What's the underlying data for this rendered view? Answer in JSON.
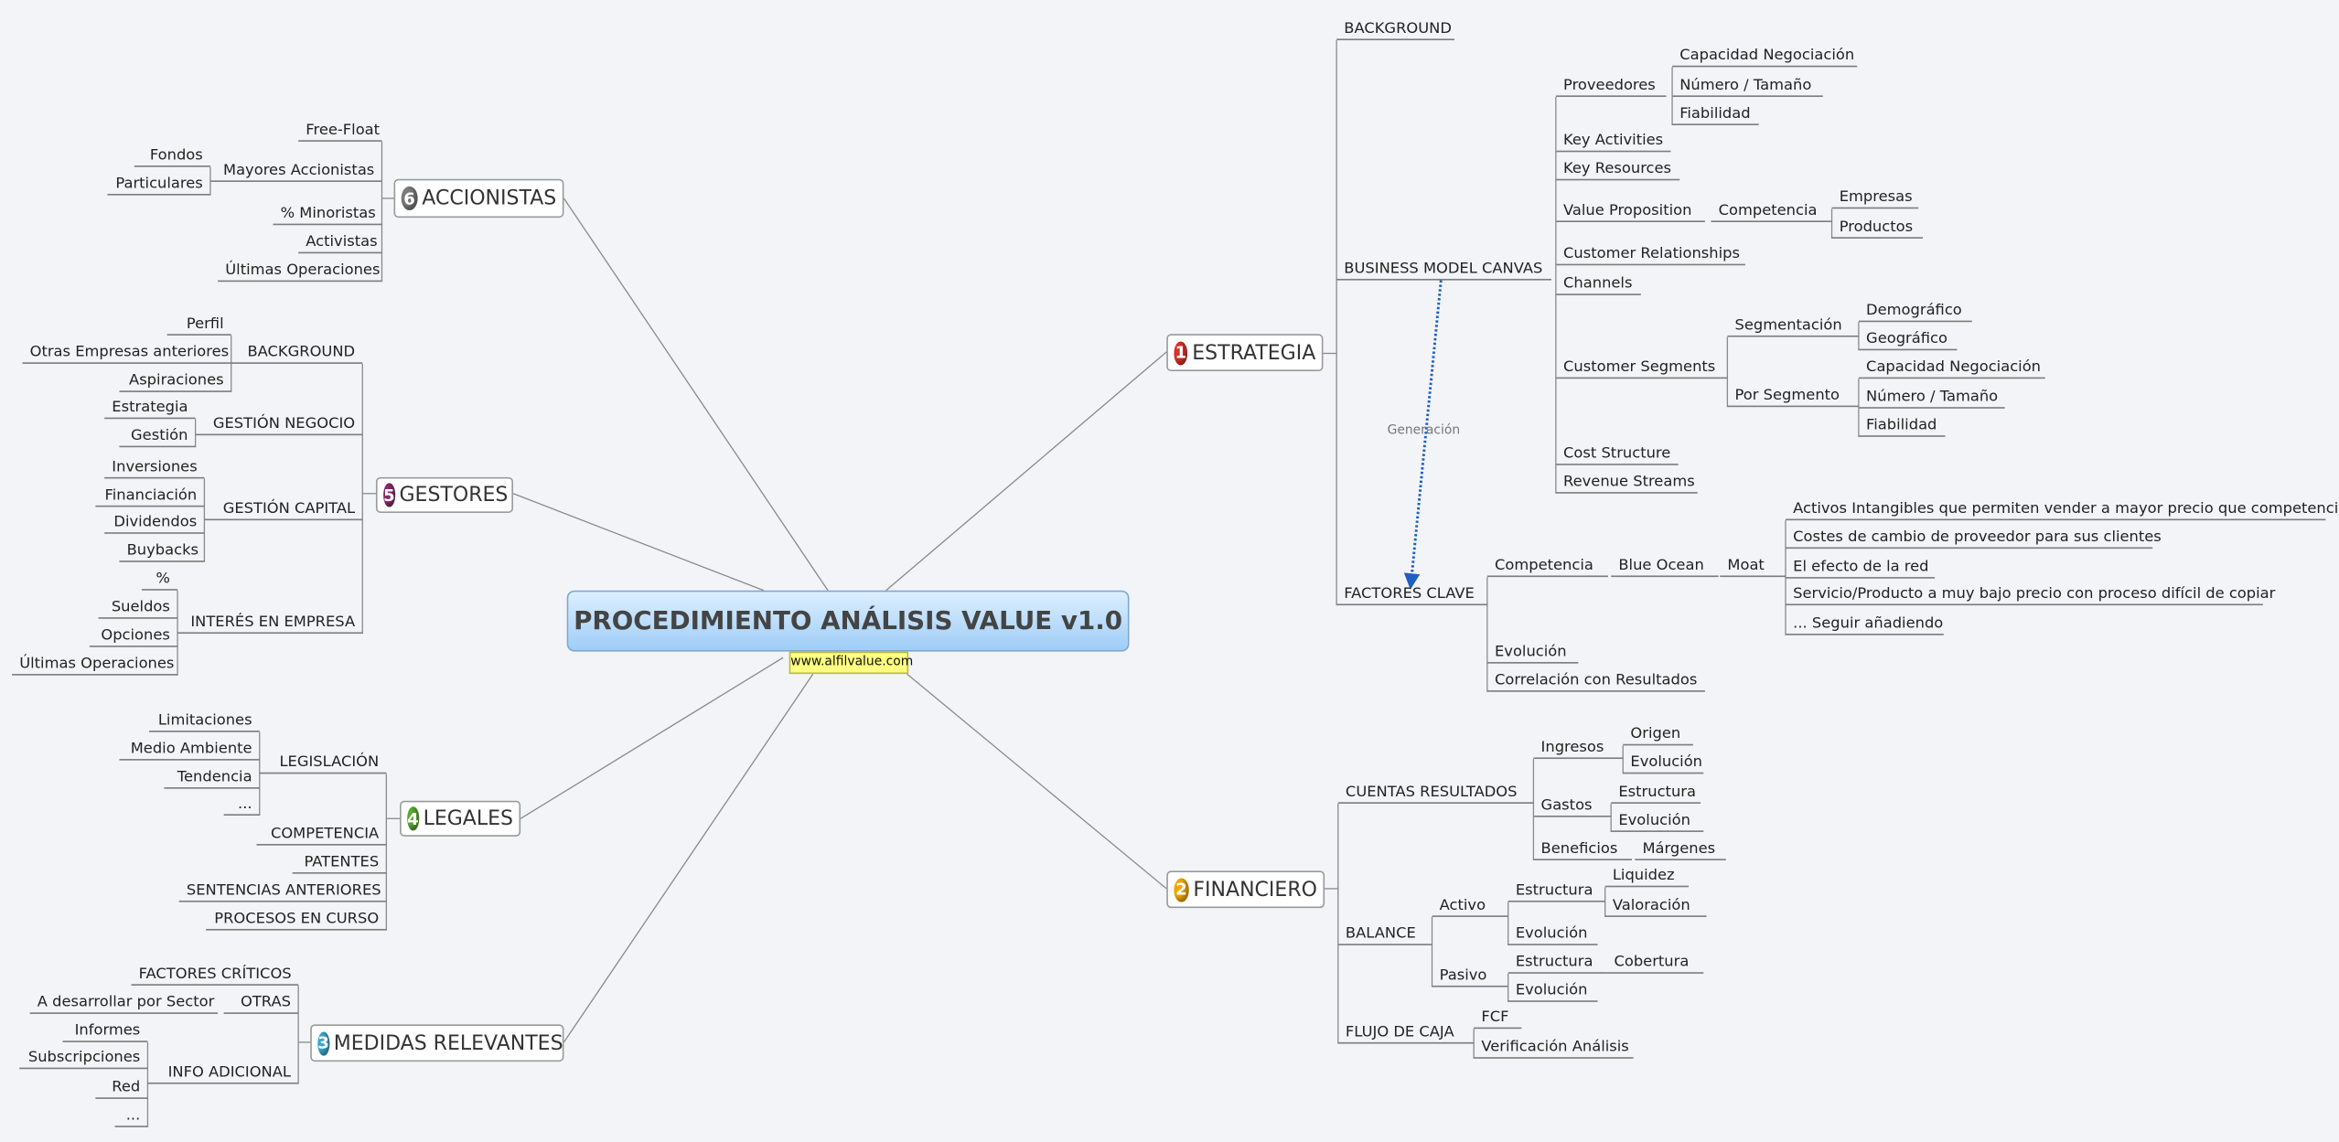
{
  "central": {
    "title": "PROCEDIMIENTO ANÁLISIS VALUE v1.0",
    "website": "www.alfilvalue.com",
    "color": "#9fcdf7"
  },
  "relationship": {
    "label": "Generación",
    "color": "#1f5fbf",
    "style": "dotted-arrow"
  },
  "branches": [
    {
      "label": "ESTRATEGIA",
      "number": "1",
      "color": "#d8322a",
      "children": [
        {
          "label": "BACKGROUND"
        },
        {
          "label": "BUSINESS MODEL CANVAS",
          "children": [
            {
              "label": "Proveedores",
              "children": [
                {
                  "label": "Capacidad Negociación"
                },
                {
                  "label": "Número / Tamaño"
                },
                {
                  "label": "Fiabilidad"
                }
              ]
            },
            {
              "label": "Key Activities"
            },
            {
              "label": "Key Resources"
            },
            {
              "label": "Value Proposition",
              "children": [
                {
                  "label": "Competencia",
                  "children": [
                    {
                      "label": "Empresas"
                    },
                    {
                      "label": "Productos"
                    }
                  ]
                }
              ]
            },
            {
              "label": "Customer Relationships"
            },
            {
              "label": "Channels"
            },
            {
              "label": "Customer Segments",
              "children": [
                {
                  "label": "Segmentación",
                  "children": [
                    {
                      "label": "Demográfico"
                    },
                    {
                      "label": "Geográfico"
                    }
                  ]
                },
                {
                  "label": "Por Segmento",
                  "children": [
                    {
                      "label": "Capacidad Negociación"
                    },
                    {
                      "label": "Número / Tamaño"
                    },
                    {
                      "label": "Fiabilidad"
                    }
                  ]
                }
              ]
            },
            {
              "label": "Cost Structure"
            },
            {
              "label": "Revenue Streams"
            }
          ]
        },
        {
          "label": "FACTORES CLAVE",
          "children": [
            {
              "label": "Competencia",
              "children": [
                {
                  "label": "Blue Ocean",
                  "children": [
                    {
                      "label": "Moat",
                      "children": [
                        {
                          "label": "Activos Intangibles que permiten vender a mayor precio que competencia"
                        },
                        {
                          "label": "Costes de cambio de proveedor para sus clientes"
                        },
                        {
                          "label": "El efecto de la red"
                        },
                        {
                          "label": "Servicio/Producto a muy bajo precio con proceso difícil de copiar"
                        },
                        {
                          "label": "... Seguir añadiendo"
                        }
                      ]
                    }
                  ]
                }
              ]
            },
            {
              "label": "Evolución"
            },
            {
              "label": "Correlación con Resultados"
            }
          ]
        }
      ]
    },
    {
      "label": "FINANCIERO",
      "number": "2",
      "color": "#f0a800",
      "children": [
        {
          "label": "CUENTAS RESULTADOS",
          "children": [
            {
              "label": "Ingresos",
              "children": [
                {
                  "label": "Origen"
                },
                {
                  "label": "Evolución"
                }
              ]
            },
            {
              "label": "Gastos",
              "children": [
                {
                  "label": "Estructura"
                },
                {
                  "label": "Evolución"
                }
              ]
            },
            {
              "label": "Beneficios",
              "children": [
                {
                  "label": "Márgenes"
                }
              ]
            }
          ]
        },
        {
          "label": "BALANCE",
          "children": [
            {
              "label": "Activo",
              "children": [
                {
                  "label": "Estructura",
                  "children": [
                    {
                      "label": "Liquidez"
                    },
                    {
                      "label": "Valoración"
                    }
                  ]
                },
                {
                  "label": "Evolución"
                }
              ]
            },
            {
              "label": "Pasivo",
              "children": [
                {
                  "label": "Estructura",
                  "children": [
                    {
                      "label": "Cobertura"
                    }
                  ]
                },
                {
                  "label": "Evolución"
                }
              ]
            }
          ]
        },
        {
          "label": "FLUJO DE CAJA",
          "children": [
            {
              "label": "FCF"
            },
            {
              "label": "Verificación Análisis"
            }
          ]
        }
      ]
    },
    {
      "label": "MEDIDAS RELEVANTES",
      "number": "3",
      "color": "#3aa6d0",
      "children": [
        {
          "label": "FACTORES CRÍTICOS"
        },
        {
          "label": "OTRAS",
          "children": [
            {
              "label": "A desarrollar por Sector"
            }
          ]
        },
        {
          "label": "INFO ADICIONAL",
          "children": [
            {
              "label": "Informes"
            },
            {
              "label": "Subscripciones"
            },
            {
              "label": "Red"
            },
            {
              "label": "..."
            }
          ]
        }
      ]
    },
    {
      "label": "LEGALES",
      "number": "4",
      "color": "#5aa832",
      "children": [
        {
          "label": "LEGISLACIÓN",
          "children": [
            {
              "label": "Limitaciones"
            },
            {
              "label": "Medio Ambiente"
            },
            {
              "label": "Tendencia"
            },
            {
              "label": "..."
            }
          ]
        },
        {
          "label": "COMPETENCIA"
        },
        {
          "label": "PATENTES"
        },
        {
          "label": "SENTENCIAS ANTERIORES"
        },
        {
          "label": "PROCESOS EN CURSO"
        }
      ]
    },
    {
      "label": "GESTORES",
      "number": "5",
      "color": "#8a2a6e",
      "children": [
        {
          "label": "BACKGROUND",
          "children": [
            {
              "label": "Perfil"
            },
            {
              "label": "Otras Empresas anteriores"
            },
            {
              "label": "Aspiraciones"
            }
          ]
        },
        {
          "label": "GESTIÓN NEGOCIO",
          "children": [
            {
              "label": "Estrategia"
            },
            {
              "label": "Gestión"
            }
          ]
        },
        {
          "label": "GESTIÓN CAPITAL",
          "children": [
            {
              "label": "Inversiones"
            },
            {
              "label": "Financiación"
            },
            {
              "label": "Dividendos"
            },
            {
              "label": "Buybacks"
            }
          ]
        },
        {
          "label": "INTERÉS EN EMPRESA",
          "children": [
            {
              "label": "%"
            },
            {
              "label": "Sueldos"
            },
            {
              "label": "Opciones"
            },
            {
              "label": "Últimas Operaciones"
            }
          ]
        }
      ]
    },
    {
      "label": "ACCIONISTAS",
      "number": "6",
      "color": "#7a7a7a",
      "children": [
        {
          "label": "Free-Float"
        },
        {
          "label": "Mayores Accionistas",
          "children": [
            {
              "label": "Fondos"
            },
            {
              "label": "Particulares"
            }
          ]
        },
        {
          "label": "% Minoristas"
        },
        {
          "label": "Activistas"
        },
        {
          "label": "Últimas Operaciones"
        }
      ]
    }
  ]
}
